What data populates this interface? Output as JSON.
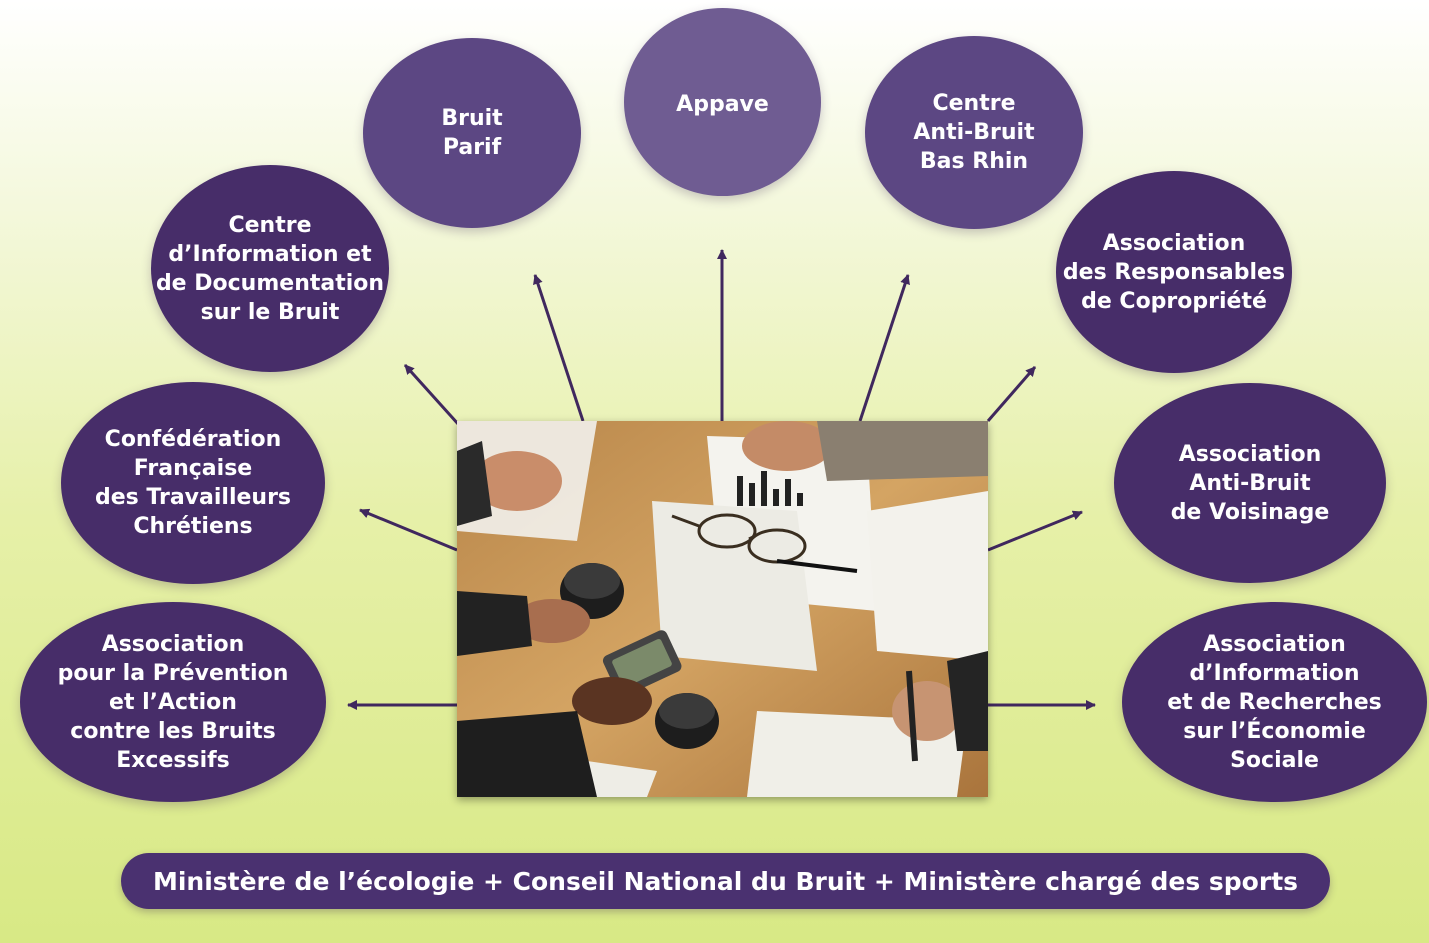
{
  "nodes": {
    "bruit_parif": "Bruit\nParif",
    "appave": "Appave",
    "centre_anti_bruit": "Centre\nAnti-Bruit\nBas Rhin",
    "centre_information": "Centre\nd’Information et\nde Documentation\nsur le Bruit",
    "association_responsables": "Association\ndes Responsables\nde Copropriété",
    "confederation": "Confédération\nFrançaise\ndes Travailleurs\nChrétiens",
    "association_voisinage": "Association\nAnti-Bruit\nde Voisinage",
    "association_prevention": "Association\npour la Prévention\net l’Action\ncontre les Bruits\nExcessifs",
    "association_information": "Association\nd’Information\net de Recherches\nsur l’Économie\nSociale"
  },
  "footer": {
    "label": "Ministère de l’écologie + Conseil National du Bruit + Ministère chargé des sports"
  },
  "colors": {
    "node_dark": "#472d69",
    "node_mid": "#5c4783",
    "node_light": "#6f5c92",
    "arrow": "#40285e",
    "background_bottom": "#d8e985"
  },
  "photo": {
    "subject": "meeting-table-photo"
  }
}
